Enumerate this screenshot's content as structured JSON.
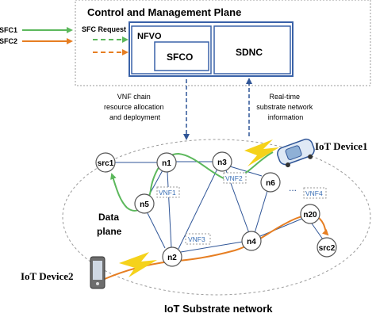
{
  "control_plane": {
    "title": "Control and Management Plane",
    "nfvo_label": "NFVO",
    "sfco_label": "SFCO",
    "sdnc_label": "SDNC",
    "sfc_request_label": "SFC Request"
  },
  "legend": {
    "sfc1_label": "SFC1",
    "sfc2_label": "SFC2",
    "sfc1_color": "#5cb85c",
    "sfc2_color": "#e67e22"
  },
  "annotations": {
    "vnf_chain": [
      "VNF chain",
      "resource allocation",
      "and deployment"
    ],
    "realtime": [
      "Real-time",
      "substrate network",
      "information"
    ]
  },
  "data_plane_label": [
    "Data",
    "plane"
  ],
  "substrate_label": "IoT Substrate network",
  "devices": {
    "device1": "IoT Device1",
    "device2": "IoT Device2"
  },
  "nodes": {
    "src1": "src1",
    "n1": "n1",
    "n3": "n3",
    "n5": "n5",
    "n6": "n6",
    "n20": "n20",
    "n2": "n2",
    "n4": "n4",
    "src2": "src2"
  },
  "ellipsis": "...",
  "vnfs": {
    "vnf1": "VNF1",
    "vnf2": "VNF2",
    "vnf3": "VNF3",
    "vnf4": "VNF4"
  },
  "colors": {
    "box_border": "#3a62a8",
    "vnf_text": "#3a6fb5",
    "link": "#2f5597",
    "bolt": "#f5d21b"
  }
}
